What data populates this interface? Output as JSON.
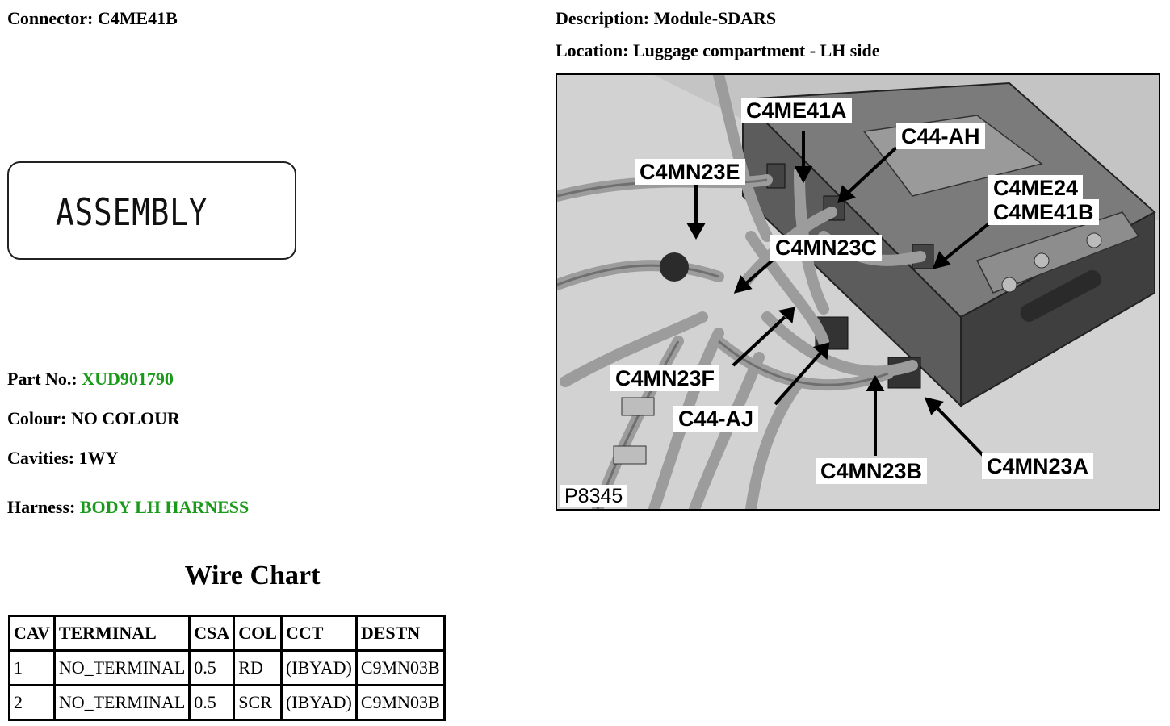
{
  "connector": {
    "label": "Connector:",
    "value": "C4ME41B"
  },
  "description": {
    "label": "Description:",
    "value": "Module-SDARS"
  },
  "location": {
    "label": "Location:",
    "value": "Luggage compartment - LH side"
  },
  "assembly_stamp": "ASSEMBLY",
  "part_no": {
    "label": "Part No.:",
    "value": "XUD901790"
  },
  "colour": {
    "label": "Colour:",
    "value": "NO COLOUR"
  },
  "cavities": {
    "label": "Cavities:",
    "value": "1WY"
  },
  "harness": {
    "label": "Harness:",
    "value": "BODY LH HARNESS"
  },
  "accent_color": "#1a9a1a",
  "wire_chart": {
    "title": "Wire Chart",
    "headers": [
      "CAV",
      "TERMINAL",
      "CSA",
      "COL",
      "CCT",
      "DESTN"
    ],
    "rows": [
      [
        "1",
        "NO_TERMINAL",
        "0.5",
        "RD",
        "(IBYAD)",
        "C9MN03B"
      ],
      [
        "2",
        "NO_TERMINAL",
        "0.5",
        "SCR",
        "(IBYAD)",
        "C9MN03B"
      ]
    ]
  },
  "photo": {
    "reference": "P8345",
    "callouts": {
      "c4me41a": "C4ME41A",
      "c44_ah": "C44-AH",
      "c4mn23e": "C4MN23E",
      "c4me24": "C4ME24",
      "c4me41b": "C4ME41B",
      "c4mn23c": "C4MN23C",
      "c4mn23f": "C4MN23F",
      "c44_aj": "C44-AJ",
      "c4mn23b": "C4MN23B",
      "c4mn23a": "C4MN23A"
    }
  }
}
